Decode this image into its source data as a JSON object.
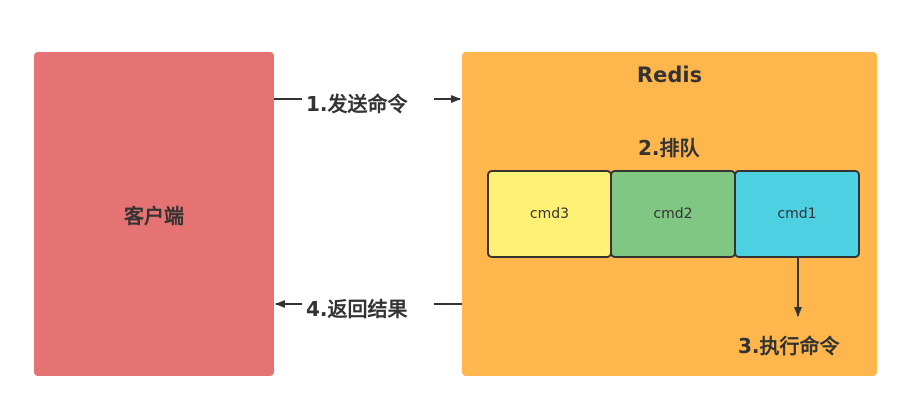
{
  "colors": {
    "client": "#E57373",
    "redis": "#FFB74D",
    "cmd_yellow": "#FFF176",
    "cmd_green": "#81C784",
    "cmd_cyan": "#4DD0E1",
    "stroke": "#333333"
  },
  "client": {
    "label": "客户端"
  },
  "redis": {
    "title": "Redis",
    "queue_label": "2.排队",
    "queue": [
      {
        "label": "cmd3",
        "color": "cmd_yellow"
      },
      {
        "label": "cmd2",
        "color": "cmd_green"
      },
      {
        "label": "cmd1",
        "color": "cmd_cyan"
      }
    ]
  },
  "steps": {
    "send": "1.发送命令",
    "execute": "3.执行命令",
    "return": "4.返回结果"
  }
}
